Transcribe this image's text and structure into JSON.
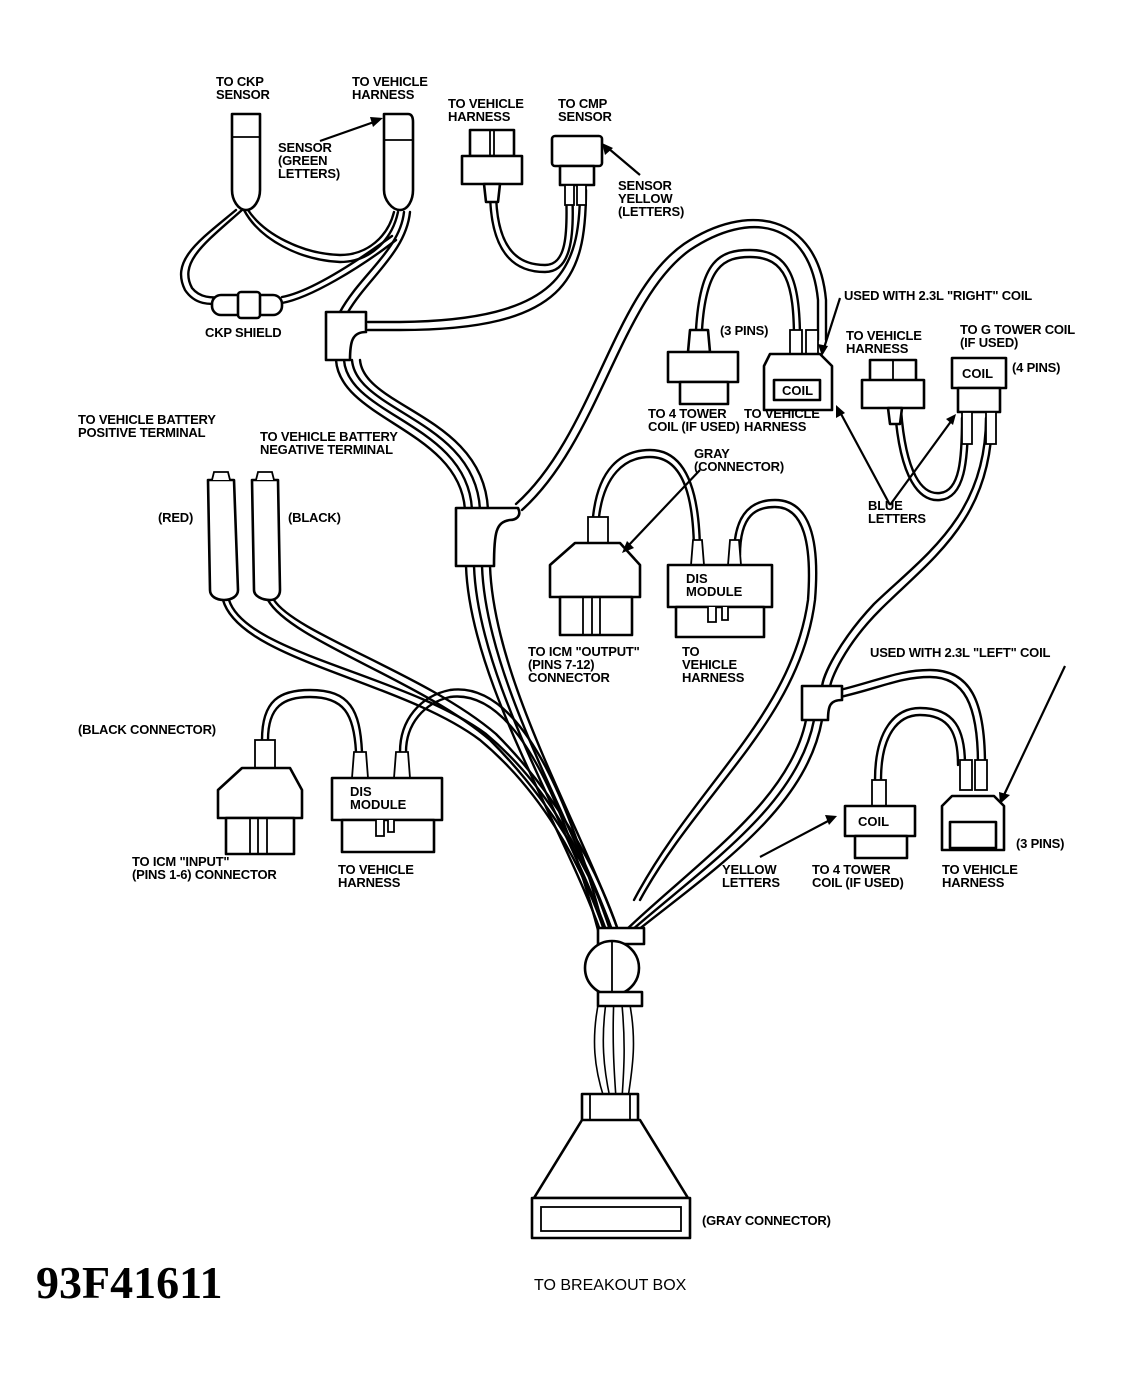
{
  "figure": {
    "id": "93F41611",
    "bottom_caption": "TO BREAKOUT BOX"
  },
  "labels": {
    "ckp_sensor": [
      "TO CKP",
      "SENSOR"
    ],
    "ckp_vehicle_harness": [
      "TO VEHICLE",
      "HARNESS"
    ],
    "ckp_sensor_note": [
      "SENSOR",
      "(GREEN",
      "LETTERS)"
    ],
    "ckp_shield": "CKP SHIELD",
    "cmp_vehicle_harness": [
      "TO VEHICLE",
      "HARNESS"
    ],
    "cmp_sensor": [
      "TO CMP",
      "SENSOR"
    ],
    "cmp_sensor_note": [
      "SENSOR",
      "YELLOW",
      "(LETTERS)"
    ],
    "right_coil_note": "USED WITH 2.3L \"RIGHT\" COIL",
    "right_three_pins": "(3 PINS)",
    "right_4_tower": [
      "TO 4 TOWER",
      "COIL (IF USED)"
    ],
    "right_vehicle_harness": [
      "TO VEHICLE",
      "HARNESS"
    ],
    "right_coil_box": "COIL",
    "g_vehicle_harness": [
      "TO VEHICLE",
      "HARNESS"
    ],
    "g_tower_coil": [
      "TO G TOWER COIL",
      "(IF USED)"
    ],
    "g_coil_box": "COIL",
    "g_four_pins": "(4 PINS)",
    "blue_letters": [
      "BLUE",
      "LETTERS"
    ],
    "battery_positive": [
      "TO VEHICLE BATTERY",
      "POSITIVE TERMINAL"
    ],
    "battery_negative": [
      "TO VEHICLE BATTERY",
      "NEGATIVE TERMINAL"
    ],
    "red": "(RED)",
    "black": "(BLACK)",
    "gray_connector_note": [
      "GRAY",
      "(CONNECTOR)"
    ],
    "icm_output": [
      "TO ICM \"OUTPUT\"",
      "(PINS 7-12)",
      "CONNECTOR"
    ],
    "dis_module_upper_box": [
      "DIS",
      "MODULE"
    ],
    "dis_upper_vehicle_harness": [
      "TO",
      "VEHICLE",
      "HARNESS"
    ],
    "left_coil_note": "USED WITH 2.3L \"LEFT\" COIL",
    "black_connector": "(BLACK CONNECTOR)",
    "icm_input": [
      "TO ICM \"INPUT\"",
      "(PINS 1-6) CONNECTOR"
    ],
    "dis_module_lower_box": [
      "DIS",
      "MODULE"
    ],
    "dis_lower_vehicle_harness": [
      "TO VEHICLE",
      "HARNESS"
    ],
    "left_coil_box": "COIL",
    "yellow_letters": [
      "YELLOW",
      "LETTERS"
    ],
    "left_4_tower": [
      "TO 4 TOWER",
      "COIL (IF USED)"
    ],
    "left_vehicle_harness": [
      "TO VEHICLE",
      "HARNESS"
    ],
    "left_three_pins": "(3 PINS)",
    "gray_connector_bottom": "(GRAY CONNECTOR)"
  }
}
